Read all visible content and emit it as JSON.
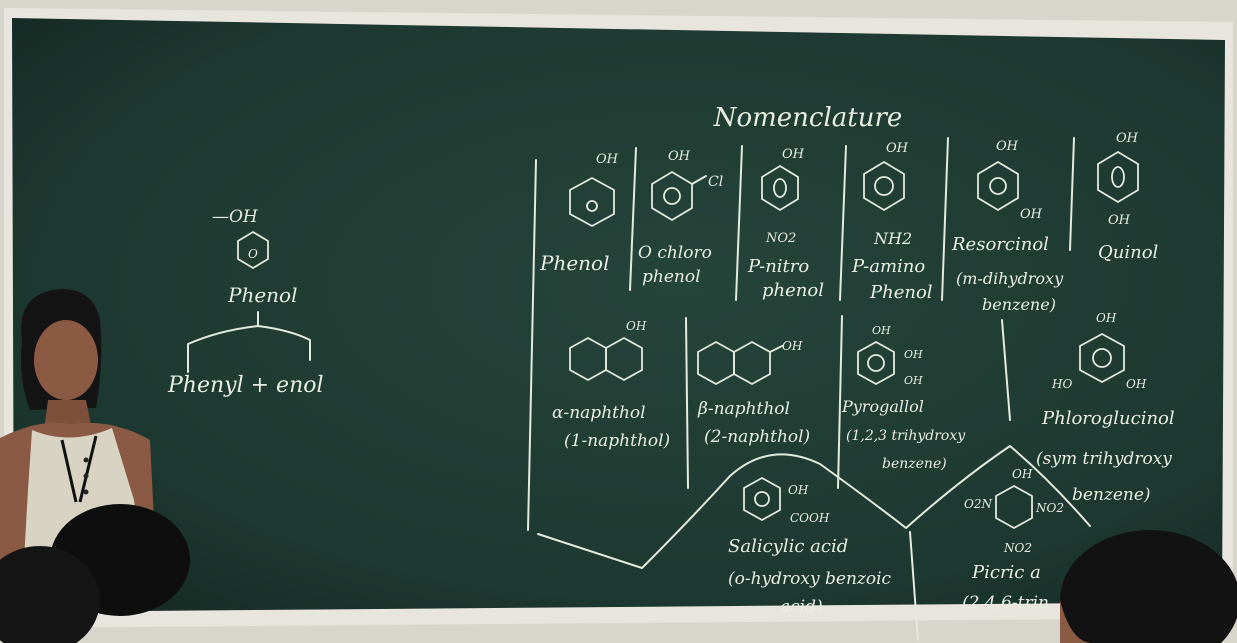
{
  "board": {
    "heading": "Nomenclature",
    "left_diagram": {
      "group": "—OH",
      "ring_label": "O",
      "name": "Phenol",
      "branch_text": "Phenyl + enol"
    },
    "top_row": [
      {
        "substituent": "OH",
        "extra": "",
        "name_line1": "Phenol",
        "name_line2": "",
        "name_line3": ""
      },
      {
        "substituent": "OH",
        "extra": "Cl",
        "name_line1": "O chloro",
        "name_line2": "phenol",
        "name_line3": ""
      },
      {
        "substituent": "OH",
        "extra": "NO2",
        "name_line1": "P-nitro",
        "name_line2": "phenol",
        "name_line3": ""
      },
      {
        "substituent": "OH",
        "extra": "NH2",
        "name_line1": "P-amino",
        "name_line2": "Phenol",
        "name_line3": ""
      },
      {
        "substituent": "OH",
        "extra": "OH",
        "name_line1": "Resorcinol",
        "name_line2": "(m-dihydroxy",
        "name_line3": "benzene)"
      },
      {
        "substituent": "OH",
        "extra": "OH",
        "name_line1": "Quinol",
        "name_line2": "",
        "name_line3": ""
      }
    ],
    "middle_row": [
      {
        "substituent": "OH",
        "name_line1": "α-naphthol",
        "name_line2": "(1-naphthol)"
      },
      {
        "substituent": "OH",
        "name_line1": "β-naphthol",
        "name_line2": "(2-naphthol)"
      },
      {
        "substituent": "OH",
        "extra1": "OH",
        "extra2": "OH",
        "name_line1": "Pyrogallol",
        "name_line2": "(1,2,3 trihydroxy",
        "name_line3": "benzene)"
      },
      {
        "substituent": "OH",
        "extra1": "HO",
        "extra2": "OH",
        "name_line1": "Phloroglucinol",
        "name_line2": "(sym trihydroxy",
        "name_line3": "benzene)"
      }
    ],
    "bottom_row": [
      {
        "group1": "OH",
        "group2": "COOH",
        "name_line1": "Salicylic acid",
        "name_line2": "(o-hydroxy benzoic",
        "name_line3": "acid)"
      },
      {
        "group1": "OH",
        "group2": "O2N",
        "group3": "NO2",
        "group4": "NO2",
        "name_line1": "Picric a",
        "name_line2": "(2,4,6-trin"
      }
    ]
  },
  "colors": {
    "board": "#1f3a31",
    "chalk": "#e9eee2",
    "frame": "#e6e3dc",
    "wall": "#d9d6cf"
  }
}
